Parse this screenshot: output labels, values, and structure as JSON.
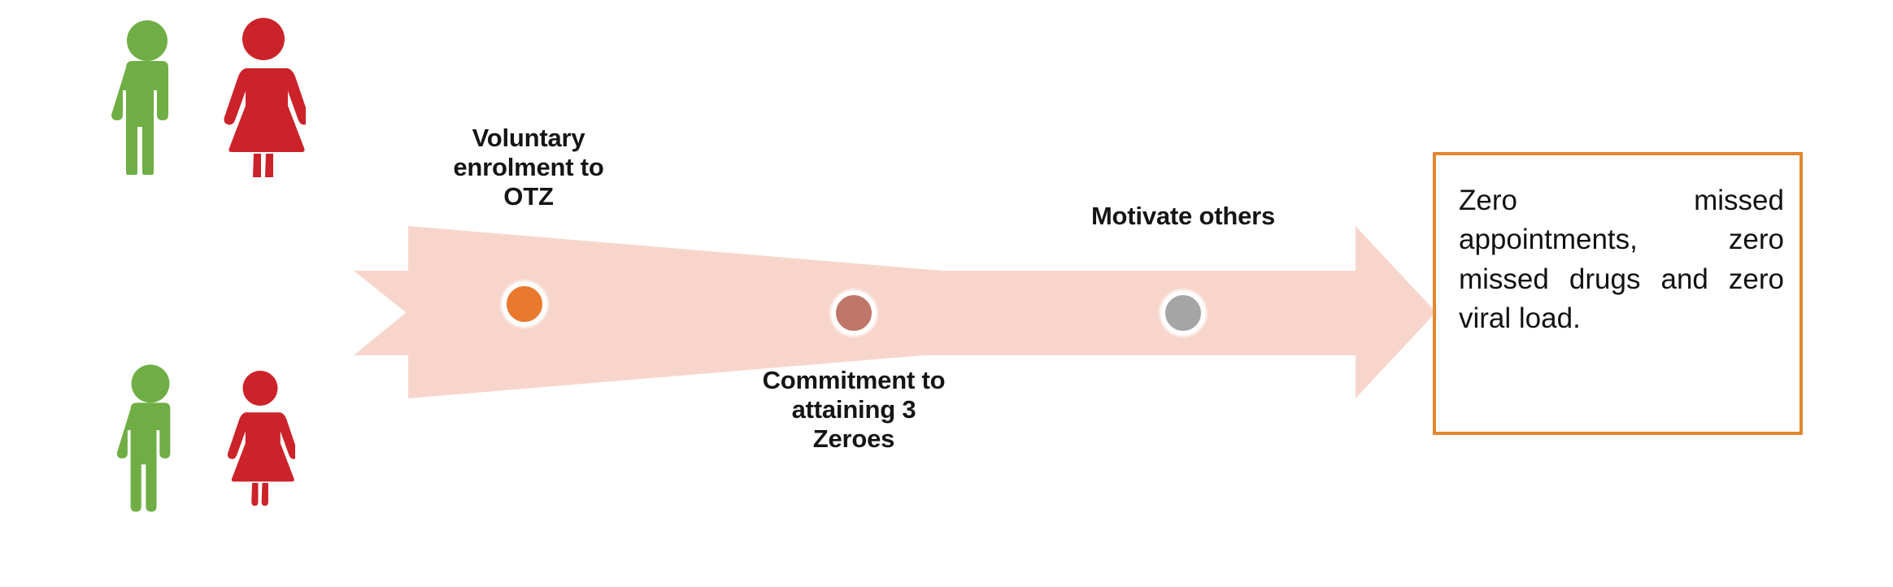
{
  "diagram": {
    "title_hidden": "OTZ patient journey flow",
    "colors": {
      "figure_male": "#6FAE44",
      "figure_female": "#CC2229",
      "arrow_band": "#F8D5CB",
      "dot_step_1": "#E8792D",
      "dot_step_2": "#BE7668",
      "dot_step_3": "#A5A5A5",
      "box_border": "#E3862F",
      "text": "#151515"
    },
    "people": [
      {
        "name": "adolescent-male-upper",
        "gender": "male",
        "color": "#6FAE44"
      },
      {
        "name": "adolescent-female-upper",
        "gender": "female",
        "color": "#CC2229"
      },
      {
        "name": "adolescent-male-lower",
        "gender": "male",
        "color": "#6FAE44"
      },
      {
        "name": "adolescent-female-lower",
        "gender": "female",
        "color": "#CC2229"
      }
    ],
    "steps": [
      {
        "label": "Voluntary\nenrolment to\nOTZ",
        "marker_color": "#E8792D",
        "label_position": "above"
      },
      {
        "label": "Commitment to\nattaining 3\nZeroes",
        "marker_color": "#BE7668",
        "label_position": "below"
      },
      {
        "label": "Motivate others",
        "marker_color": "#A5A5A5",
        "label_position": "above"
      }
    ],
    "outcome": {
      "text": "Zero missed appointments, zero missed drugs and zero viral load."
    }
  }
}
